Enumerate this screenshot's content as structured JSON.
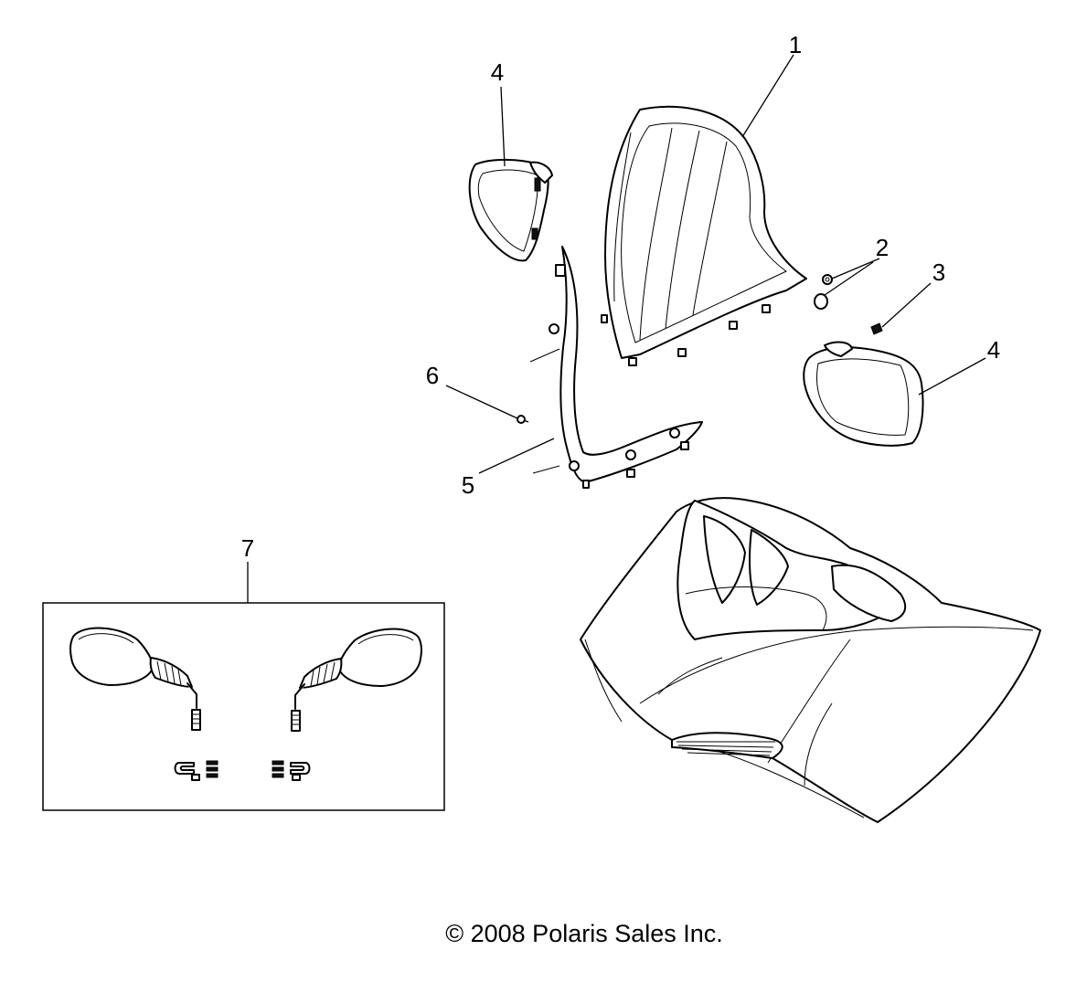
{
  "callouts": [
    {
      "id": "1",
      "label": "1"
    },
    {
      "id": "2",
      "label": "2"
    },
    {
      "id": "3",
      "label": "3"
    },
    {
      "id": "4a",
      "label": "4"
    },
    {
      "id": "4b",
      "label": "4"
    },
    {
      "id": "5",
      "label": "5"
    },
    {
      "id": "6",
      "label": "6"
    },
    {
      "id": "7",
      "label": "7"
    }
  ],
  "copyright": "© 2008 Polaris Sales Inc."
}
